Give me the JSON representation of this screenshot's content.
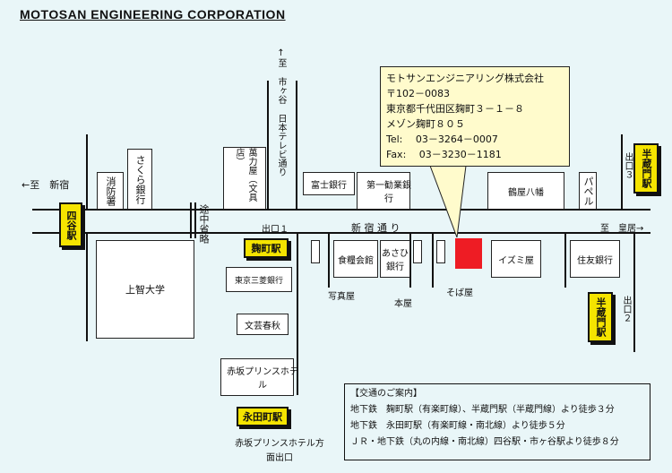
{
  "header": {
    "title": "MOTOSAN ENGINEERING CORPORATION"
  },
  "company": {
    "name": "モトサンエンジニアリング株式会社",
    "postal": "〒102－0083",
    "address1": "東京都千代田区麹町３－１－８",
    "address2": "メゾン麹町８０５",
    "tel": "Tel: 　03－3264－0007",
    "fax": "Fax: 　03－3230－1181"
  },
  "directions": {
    "shinjuku": "←至　新宿",
    "ichigaya": "↑至 市ヶ谷 日本テレビ通り",
    "kokyo": "至　皇居→"
  },
  "roads": {
    "shinjuku_dori": "新 宿 通 り",
    "tochu": "途中省略"
  },
  "stations": {
    "yotsuya": "四谷駅",
    "kojimachi": "麹町駅",
    "nagatacho": "永田町駅",
    "hanzomon_1": "半蔵門駅",
    "hanzomon_2": "半蔵門駅"
  },
  "exits": {
    "exit1": "出口１",
    "exit2": "出口２",
    "exit3": "出口３"
  },
  "buildings": {
    "shoboshou": "消防署",
    "sakura": "さくら銀行",
    "bunguten": "萬力屋（文具店）",
    "fuji": "富士銀行",
    "daiichi": "第一勧業銀行",
    "tsuruya": "鶴屋八幡",
    "paper": "パペル",
    "jochi": "上智大学",
    "tokyo_mitsubishi": "東京三菱銀行",
    "bungei": "文芸春秋",
    "akasaka": "赤坂プリンスホテル",
    "shokuryo": "食糧会館",
    "asahi": "あさひ銀行",
    "izumiya": "イズミ屋",
    "sumitomo": "住友銀行"
  },
  "landmarks": {
    "shashinya": "写真屋",
    "honya": "本屋",
    "sobaya": "そば屋",
    "akasaka_exit": "赤坂プリンスホテル方面出口"
  },
  "access": {
    "heading": "【交通のご案内】",
    "line1": "地下鉄　麹町駅（有楽町線）、半蔵門駅（半蔵門線）より徒歩３分",
    "line2": "地下鉄　永田町駅（有楽町線・南北線）より徒歩５分",
    "line3": "ＪＲ・地下鉄（丸の内線・南北線）四谷駅・市ヶ谷駅より徒歩８分"
  },
  "colors": {
    "background": "#e9f6f8",
    "station": "#f5e400",
    "destination": "#ee1c24",
    "callout": "#fffbcc"
  }
}
